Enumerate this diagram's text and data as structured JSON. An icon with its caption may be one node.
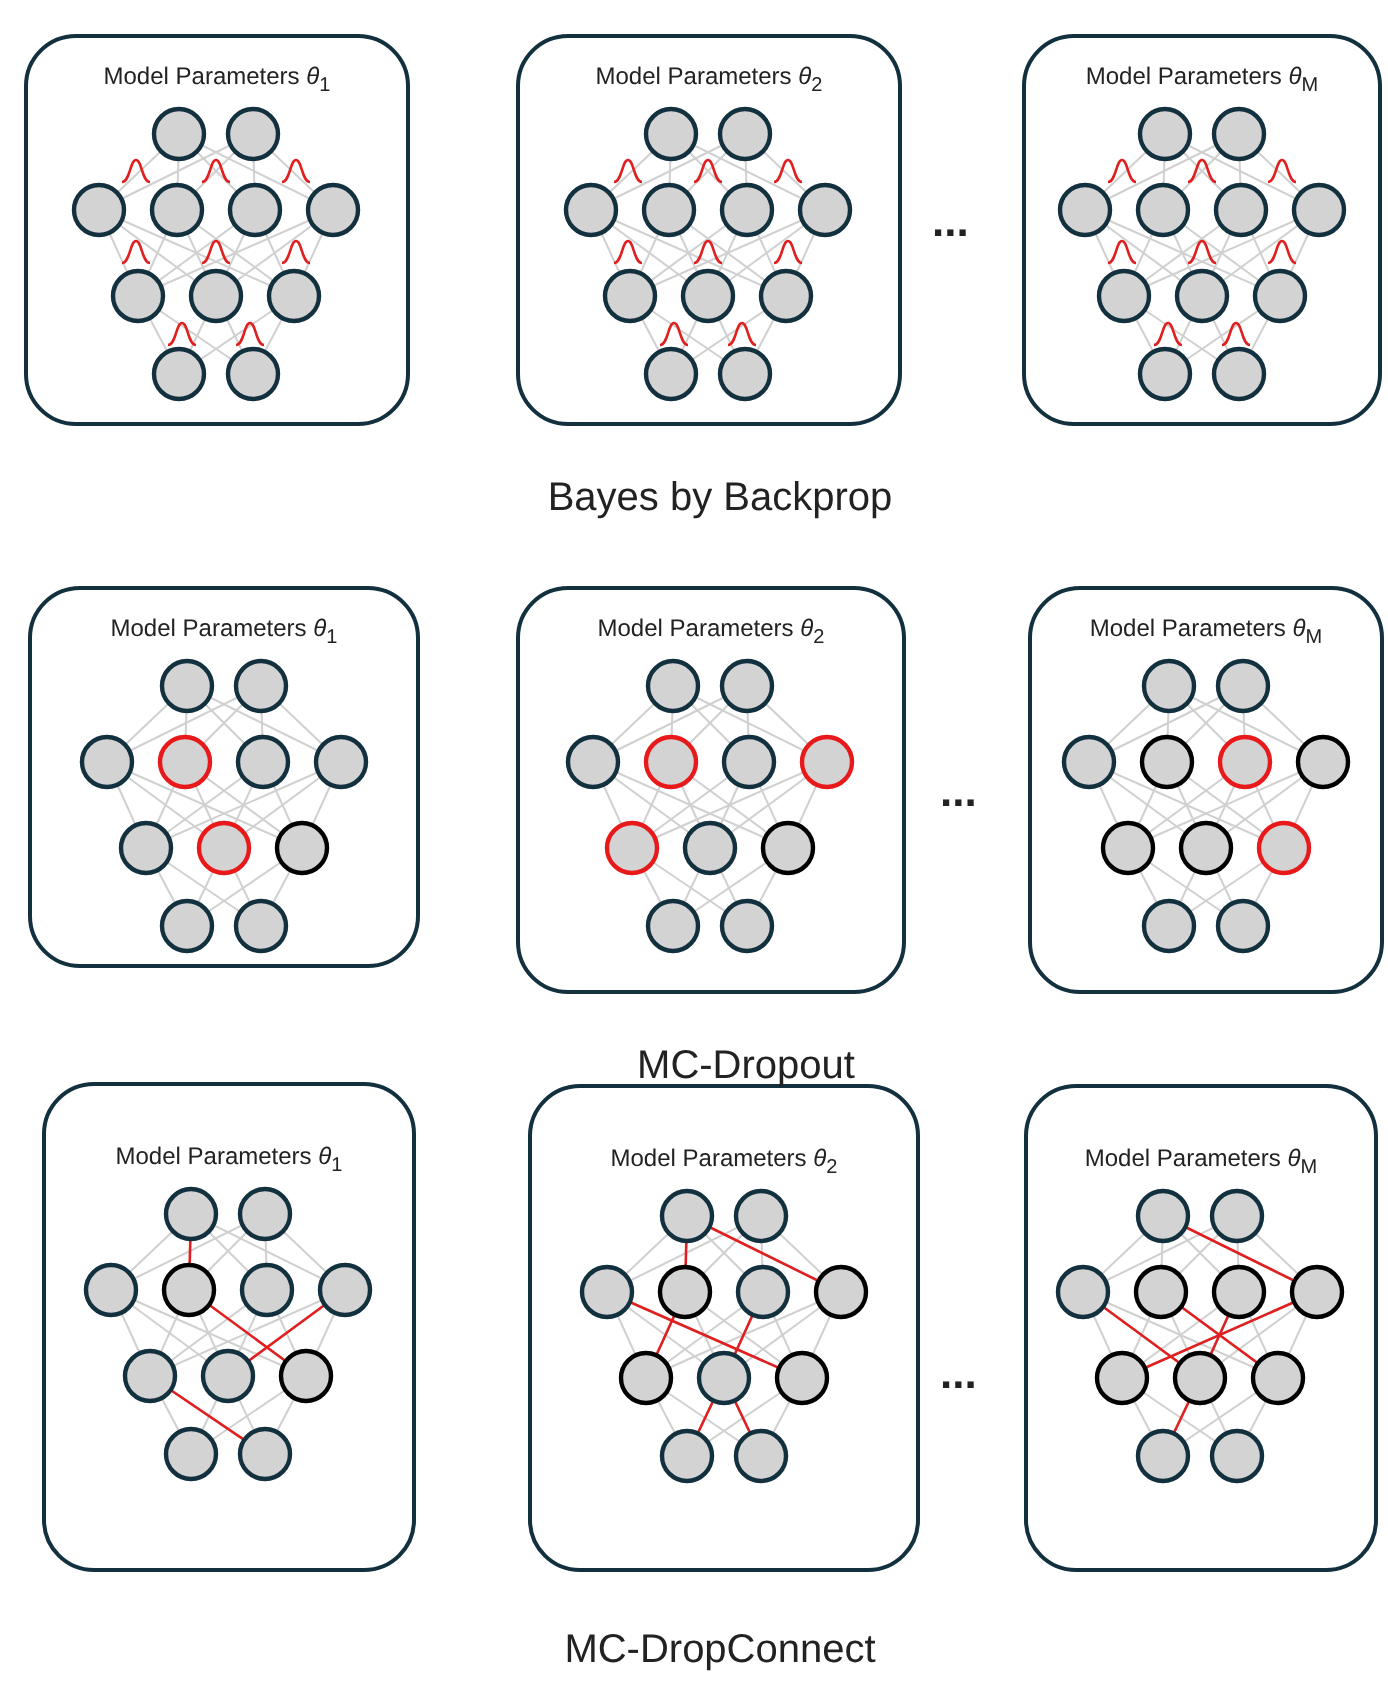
{
  "diagram": {
    "nodes": [
      {
        "text": [
          "Model Parameters *θ*$_{1}$"
        ]
      },
      {
        "text": [
          "Model Parameters *θ*$_{2}$"
        ]
      },
      {
        "text": [
          "Model Parameters *θ*$_{M}$"
        ]
      },
      {
        "text": [
          "Model Parameters *θ*$_{1}$"
        ]
      },
      {
        "text": [
          "Model Parameters *θ*$_{2}$"
        ]
      },
      {
        "text": [
          "Model Parameters *θ*$_{M}$"
        ]
      },
      {
        "text": [
          "Model Parameters *θ*$_{1}$"
        ]
      },
      {
        "text": [
          "Model Parameters *θ*$_{2}$"
        ]
      },
      {
        "text": [
          "Model Parameters *θ*$_{M}$"
        ]
      }
    ],
    "edges": [],
    "labels": [
      "...",
      "Bayes by Backprop",
      "...",
      "MC-Dropout",
      "...",
      "MC-DropConnect"
    ]
  }
}
